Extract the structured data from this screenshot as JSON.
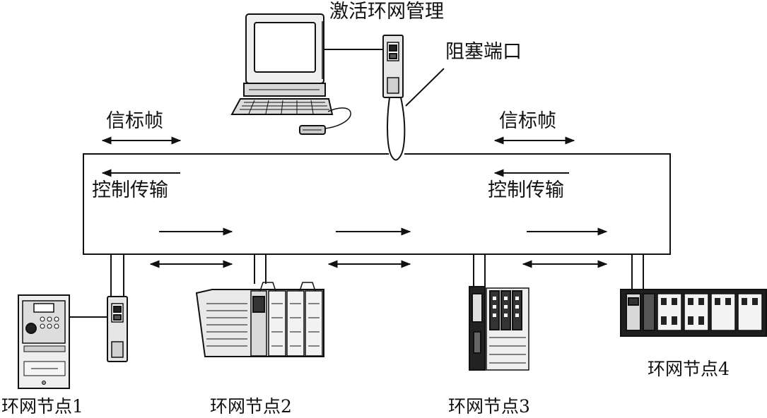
{
  "labels": {
    "activate_ring_manager": "激活环网管理",
    "blocked_port": "阻塞端口",
    "beacon_frame_left": "信标帧",
    "beacon_frame_right": "信标帧",
    "control_transfer_left": "控制传输",
    "control_transfer_right": "控制传输",
    "node_1": "环网节点1",
    "node_2": "环网节点2",
    "node_3": "环网节点3",
    "node_4": "环网节点4"
  },
  "colors": {
    "line": "#111111",
    "device_fill": "#e9e9e9",
    "device_dark": "#222222",
    "background": "#ffffff"
  }
}
